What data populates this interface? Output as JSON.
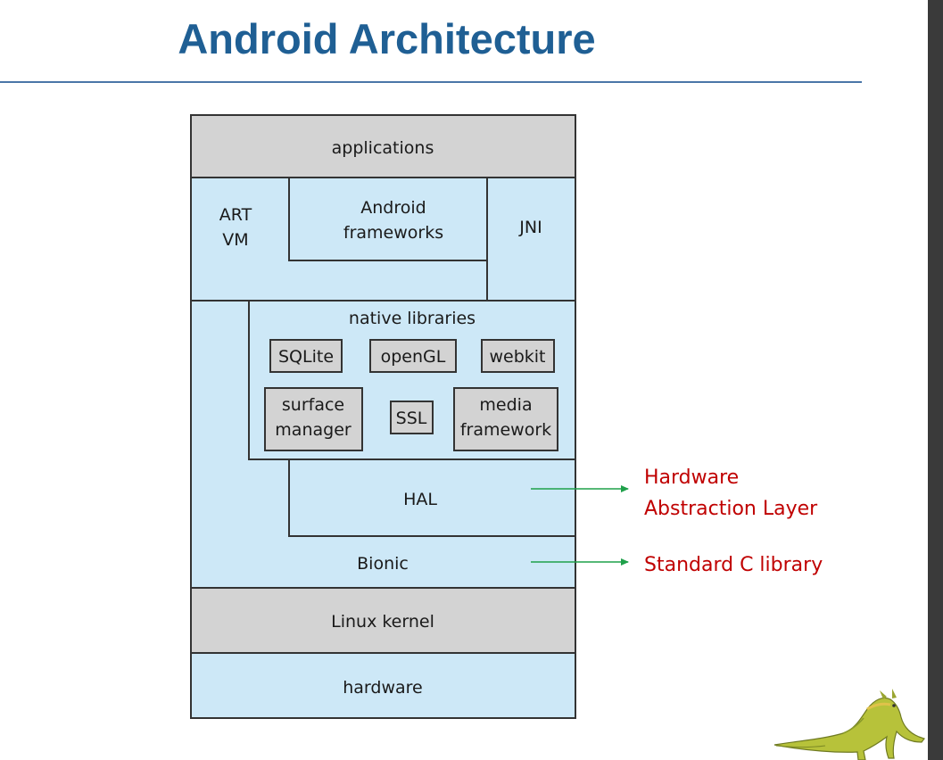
{
  "title": "Android Architecture",
  "layers": {
    "applications": "applications",
    "art_vm_line1": "ART",
    "art_vm_line2": "VM",
    "frameworks_line1": "Android",
    "frameworks_line2": "frameworks",
    "jni": "JNI",
    "native_libraries": "native libraries",
    "sqlite": "SQLite",
    "opengl": "openGL",
    "webkit": "webkit",
    "surface_line1": "surface",
    "surface_line2": "manager",
    "ssl": "SSL",
    "media_line1": "media",
    "media_line2": "framework",
    "hal": "HAL",
    "bionic": "Bionic",
    "linux_kernel": "Linux kernel",
    "hardware": "hardware"
  },
  "annotations": {
    "hal_line1": "Hardware",
    "hal_line2": "Abstraction Layer",
    "bionic": "Standard C library"
  },
  "colors": {
    "title": "#1f5f94",
    "layer_fill": "#cde8f7",
    "gray_fill": "#d3d3d3",
    "annotation": "#c00000",
    "arrow": "#1fa04a"
  }
}
